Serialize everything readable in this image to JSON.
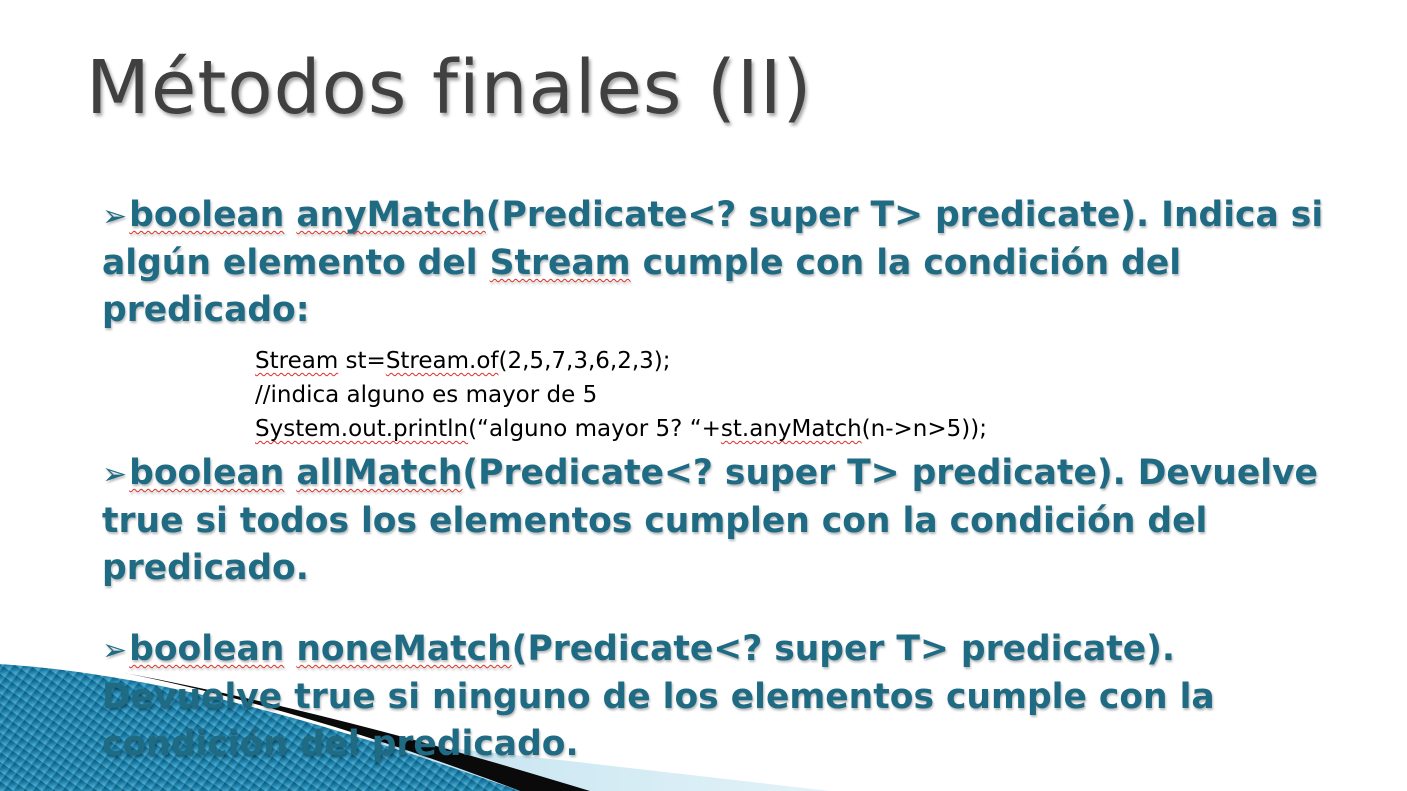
{
  "slide": {
    "title": "Métodos finales (II)",
    "bullet_marker": "➢",
    "bullets": [
      {
        "keyword": "boolean",
        "method": "anyMatch",
        "signature": "(Predicate<? super T> predicate). Indica si algún elemento del ",
        "word_stream": "Stream",
        "rest": " cumple con la condición del predicado:"
      },
      {
        "keyword": "boolean",
        "method": "allMatch",
        "signature": "(Predicate<? super T> predicate). Devuelve true si todos los elementos cumplen con la condición del predicado."
      },
      {
        "keyword": "boolean",
        "method": "noneMatch",
        "signature": "(Predicate<? super T> predicate). Devuelve true si ninguno de los elementos cumple con la condición del predicado."
      }
    ],
    "code": {
      "line1_a": "Stream",
      "line1_b": " st=",
      "line1_c": "Stream.of",
      "line1_d": "(2,5,7,3,6,2,3);",
      "line2": "//indica alguno es mayor de 5",
      "line3_a": "System.out.println",
      "line3_b": "(“alguno mayor 5? “+",
      "line3_c": "st.anyMatch",
      "line3_d": "(n->n>5));"
    }
  },
  "colors": {
    "title": "#404040",
    "bullet_text": "#1f6b84",
    "code_text": "#000000",
    "decoration_dark": "#0b4f6c",
    "decoration_light": "#7ec3df"
  }
}
